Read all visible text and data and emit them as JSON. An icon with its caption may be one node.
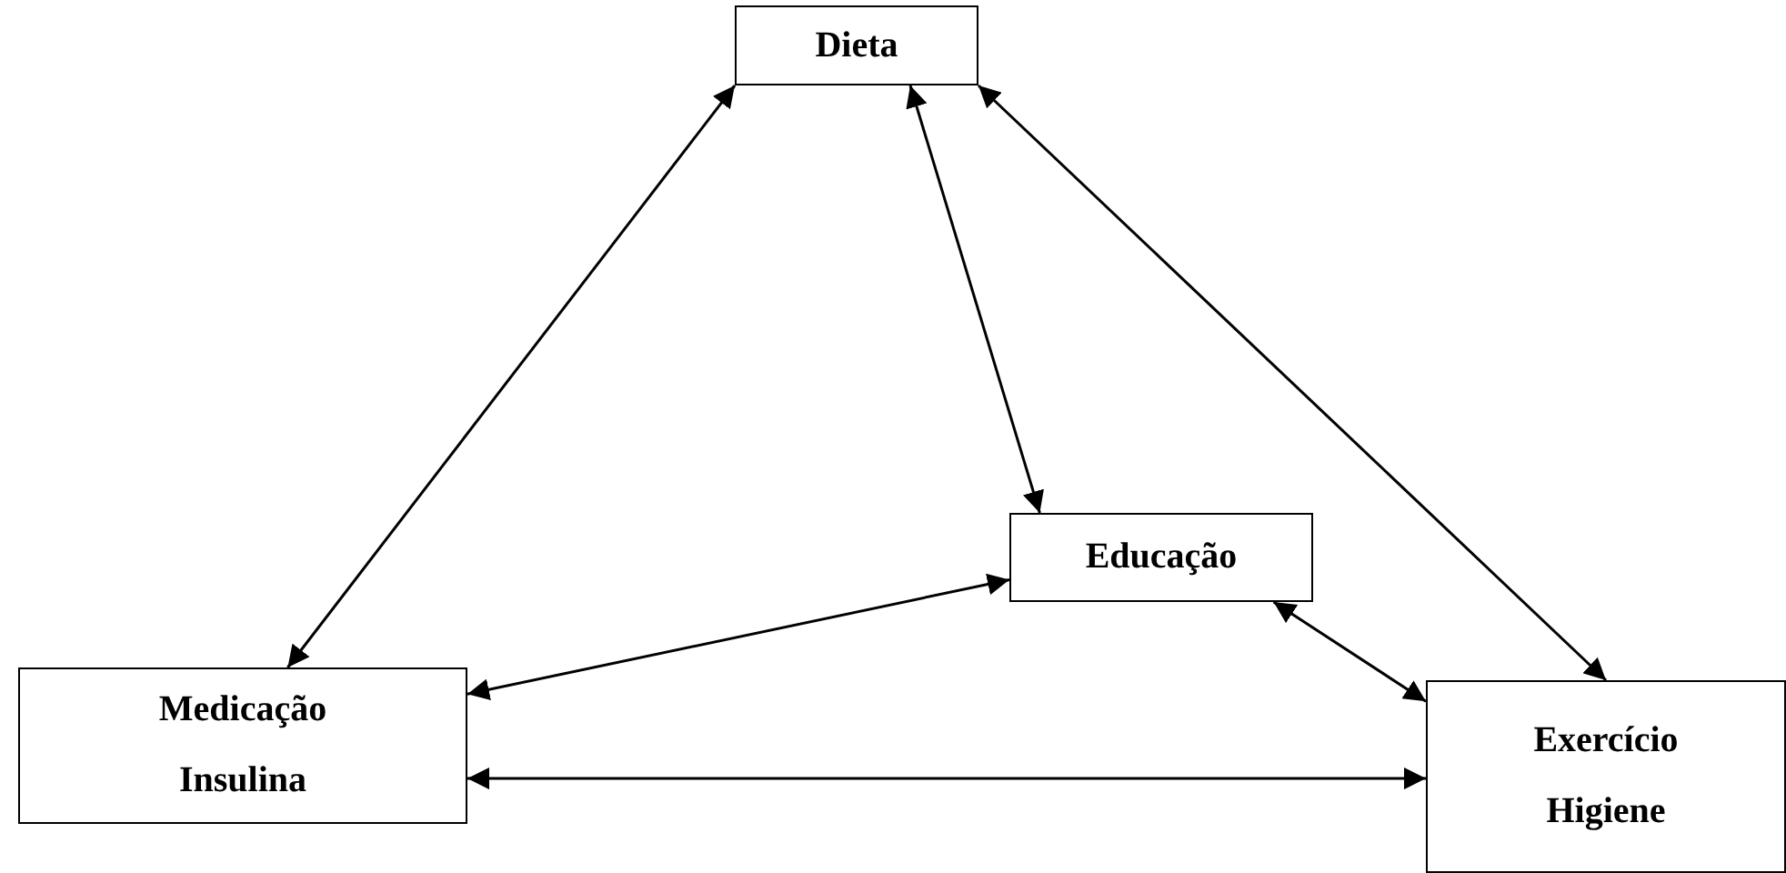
{
  "diagram": {
    "nodes": [
      {
        "text": [
          "Dieta"
        ]
      },
      {
        "text": [
          "Educação"
        ]
      },
      {
        "text": [
          "Medicação",
          "Insulina"
        ]
      },
      {
        "text": [
          "Exercício",
          "Higiene"
        ]
      }
    ],
    "edges": [
      {
        "from": 0,
        "to": 2,
        "arrow": "both"
      },
      {
        "from": 0,
        "to": 1,
        "arrow": "both"
      },
      {
        "from": 0,
        "to": 3,
        "arrow": "both"
      },
      {
        "from": 1,
        "to": 2,
        "arrow": "both"
      },
      {
        "from": 1,
        "to": 3,
        "arrow": "both"
      },
      {
        "from": 2,
        "to": 3,
        "arrow": "both"
      }
    ]
  }
}
